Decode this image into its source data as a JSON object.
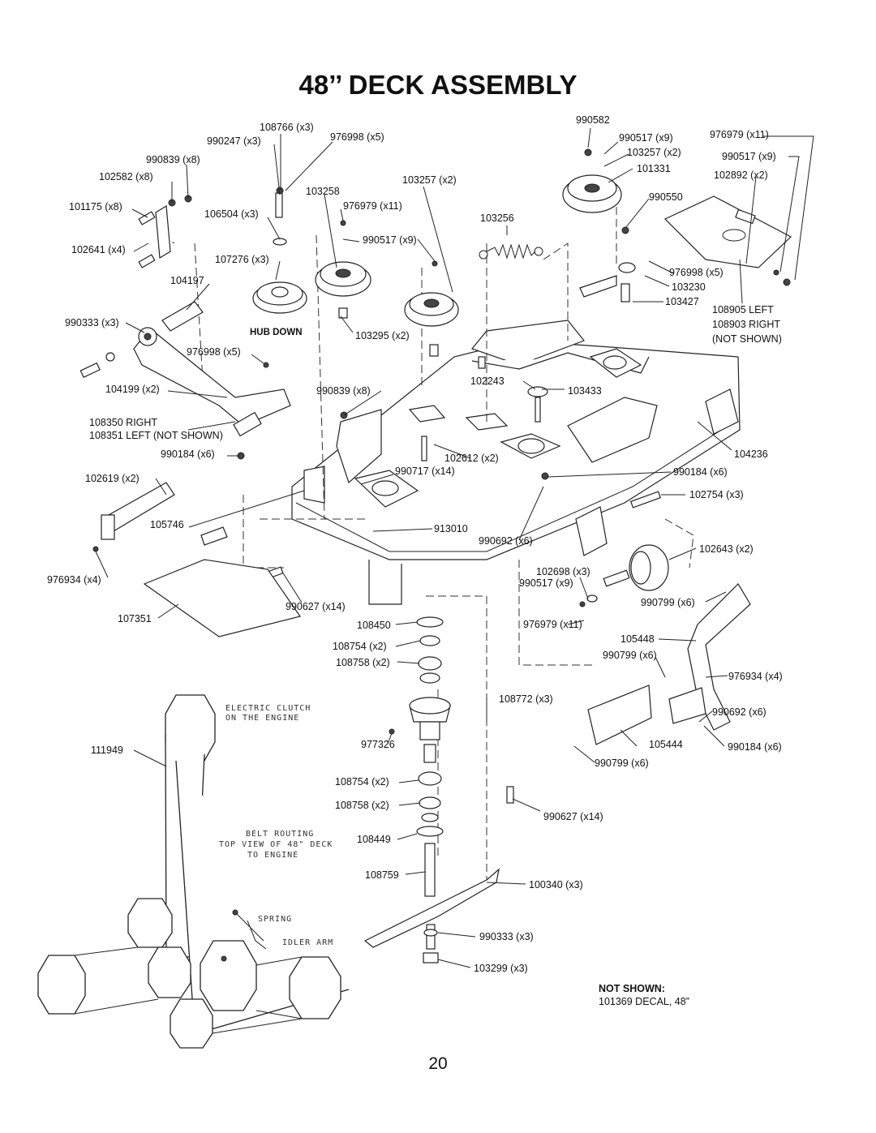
{
  "title": "48’’ DECK ASSEMBLY",
  "labels": {
    "p108766": "108766 (x3)",
    "p990247": "990247 (x3)",
    "p976998a": "976998 (x5)",
    "p990839a": "990839 (x8)",
    "p102582": "102582 (x8)",
    "p101175": "101175 (x8)",
    "p106504": "106504 (x3)",
    "p102641": "102641 (x4)",
    "p107276": "107276 (x3)",
    "p104197": "104197",
    "p990333a": "990333 (x3)",
    "p976998b": "976998 (x5)",
    "p104199": "104199 (x2)",
    "p108350": "108350 RIGHT",
    "p108351": "108351 LEFT (NOT SHOWN)",
    "p990184a": "990184 (x6)",
    "p102619": "102619 (x2)",
    "p105746": "105746",
    "p976934a": "976934 (x4)",
    "p107351": "107351",
    "p103258": "103258",
    "p976979a": "976979 (x11)",
    "p990517a": "990517 (x9)",
    "p103257a": "103257 (x2)",
    "p103256": "103256",
    "p103295": "103295 (x2)",
    "p990839b": "990839 (x8)",
    "p102243": "102243",
    "p103433": "103433",
    "p102612": "102612 (x2)",
    "p990717": "990717 (x14)",
    "p913010": "913010",
    "p990627a": "990627 (x14)",
    "p990582": "990582",
    "p990517b": "990517 (x9)",
    "p103257b": "103257 (x2)",
    "p101331": "101331",
    "p990550": "990550",
    "p976979b": "976979 (x11)",
    "p990517c": "990517 (x9)",
    "p102892": "102892 (x2)",
    "p976998c": "976998 (x5)",
    "p103230": "103230",
    "p103427": "103427",
    "p108905": "108905 LEFT",
    "p108903": "108903 RIGHT",
    "p108903b": "(NOT SHOWN)",
    "p104236": "104236",
    "p990184b": "990184 (x6)",
    "p102754": "102754 (x3)",
    "p990692a": "990692 (x6)",
    "p102643": "102643 (x2)",
    "p102698": "102698 (x3)",
    "p990517d": "990517 (x9)",
    "p990799a": "990799 (x6)",
    "p976979c": "976979 (x11)",
    "p105448": "105448",
    "p990799b": "990799 (x6)",
    "p976934b": "976934 (x4)",
    "p108772": "108772 (x3)",
    "p990692b": "990692 (x6)",
    "p105444": "105444",
    "p990184c": "990184 (x6)",
    "p990799c": "990799 (x6)",
    "p108450": "108450",
    "p108754a": "108754 (x2)",
    "p108758a": "108758 (x2)",
    "p977326": "977326",
    "p108754b": "108754 (x2)",
    "p108758b": "108758 (x2)",
    "p990627b": "990627 (x14)",
    "p108449": "108449",
    "p108759": "108759",
    "p100340": "100340 (x3)",
    "p990333b": "990333 (x3)",
    "p103299": "103299 (x3)",
    "p111949": "111949"
  },
  "hub_down": "HUB DOWN",
  "notes": {
    "clutch1": "ELECTRIC CLUTCH",
    "clutch2": "ON THE ENGINE",
    "routing1": "BELT ROUTING",
    "routing2": "TOP VIEW OF 48\" DECK",
    "routing3": "TO ENGINE",
    "spring": "SPRING",
    "idler": "IDLER ARM"
  },
  "not_shown": {
    "header": "NOT SHOWN:",
    "item": "101369  DECAL, 48”"
  },
  "page_number": "20"
}
